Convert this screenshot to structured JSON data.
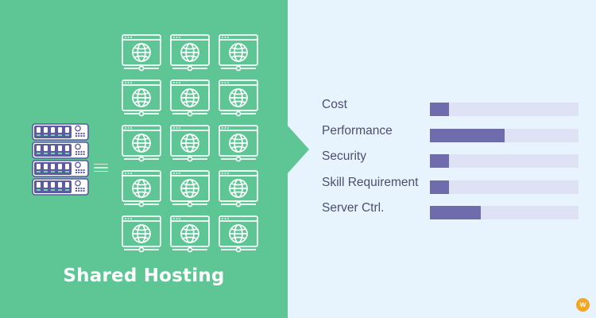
{
  "colors": {
    "left_panel": "#5ec595",
    "right_panel": "#e7f4fd",
    "bar_fill": "#6f6cae",
    "bar_track": "#dfe2f5",
    "label": "#4c4e72",
    "server_body": "#5b5aa3",
    "server_accent": "#6fd6a6",
    "logo": "#f5a524"
  },
  "icons": {
    "server": "server-rack-icon",
    "website": "globe-browser-window-icon",
    "logo": "w-logo-icon"
  },
  "hosting": {
    "title": "Shared Hosting",
    "server_units": 4,
    "sites_grid": {
      "rows": 5,
      "cols": 3
    }
  },
  "metrics": [
    {
      "label": "Cost",
      "value": 0.13
    },
    {
      "label": "Performance",
      "value": 0.5
    },
    {
      "label": "Security",
      "value": 0.13
    },
    {
      "label": "Skill Requirement",
      "value": 0.13
    },
    {
      "label": "Server Ctrl.",
      "value": 0.34
    }
  ],
  "logo": {
    "text": "w"
  }
}
